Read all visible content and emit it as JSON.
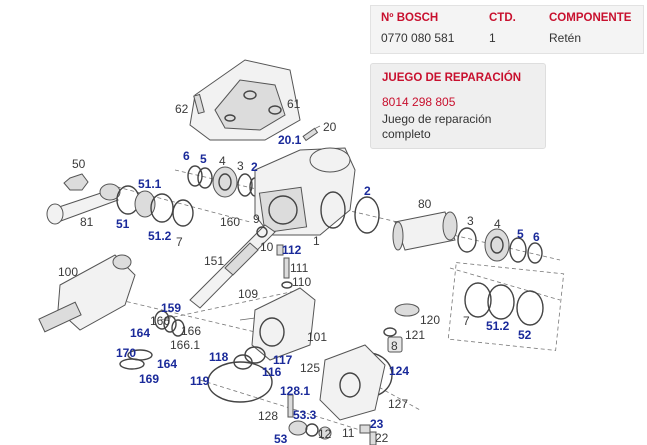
{
  "parts_table": {
    "headers": {
      "bosch": "Nº BOSCH",
      "qty": "CTD.",
      "component": "COMPONENTE"
    },
    "row": {
      "bosch": "0770 080 581",
      "qty": "1",
      "component": "Retén"
    }
  },
  "repair_kit": {
    "title": "JUEGO DE REPARACIÓN",
    "code": "8014 298 805",
    "description": "Juego de reparación completo"
  },
  "callouts": {
    "l62": "62",
    "l61": "61",
    "l20": "20",
    "l20_1": "20.1",
    "l50": "50",
    "l81": "81",
    "l6a": "6",
    "l5a": "5",
    "l4a": "4",
    "l3a": "3",
    "l2a": "2",
    "l51_1": "51.1",
    "l51": "51",
    "l51_2a": "51.2",
    "l7a": "7",
    "l160": "160",
    "l9": "9",
    "l1": "1",
    "l2b": "2",
    "l80": "80",
    "l3b": "3",
    "l4b": "4",
    "l5b": "5",
    "l6b": "6",
    "l100": "100",
    "l151": "151",
    "l10": "10",
    "l112": "112",
    "l111": "111",
    "l110": "110",
    "l109": "109",
    "l159": "159",
    "l166a": "166",
    "l166b": "166",
    "l164a": "164",
    "l166_1": "166.1",
    "l170": "170",
    "l164b": "164",
    "l169": "169",
    "l101": "101",
    "l120": "120",
    "l121": "121",
    "l8": "8",
    "l7b": "7",
    "l51_2b": "51.2",
    "l52": "52",
    "l118": "118",
    "l117": "117",
    "l116": "116",
    "l119": "119",
    "l125": "125",
    "l124": "124",
    "l128_1": "128.1",
    "l127": "127",
    "l128": "128",
    "l53_3": "53.3",
    "l53": "53",
    "l12": "12",
    "l11": "11",
    "l23": "23",
    "l22": "22"
  }
}
